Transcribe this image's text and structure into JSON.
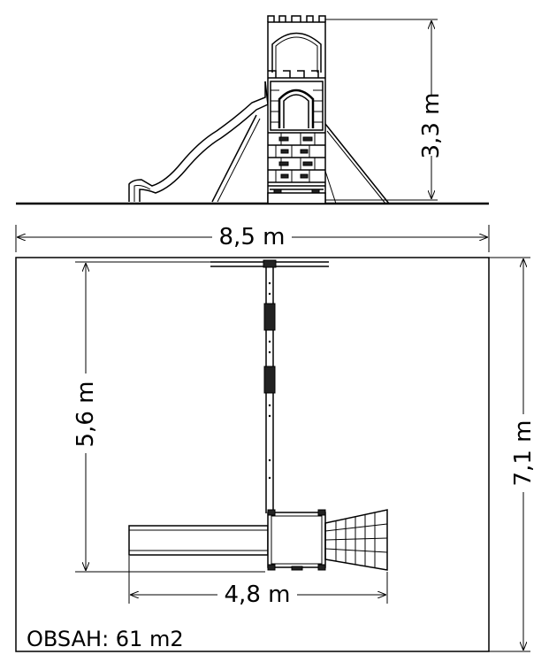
{
  "dimensions": {
    "height_label": "3,3 m",
    "width_label": "8,5 m",
    "depth_label": "7,1 m",
    "swing_length_label": "5,6 m",
    "slide_length_label": "4,8 m"
  },
  "area_label": "OBSAH: 61 m2",
  "colors": {
    "line": "#000000",
    "background": "#ffffff"
  }
}
